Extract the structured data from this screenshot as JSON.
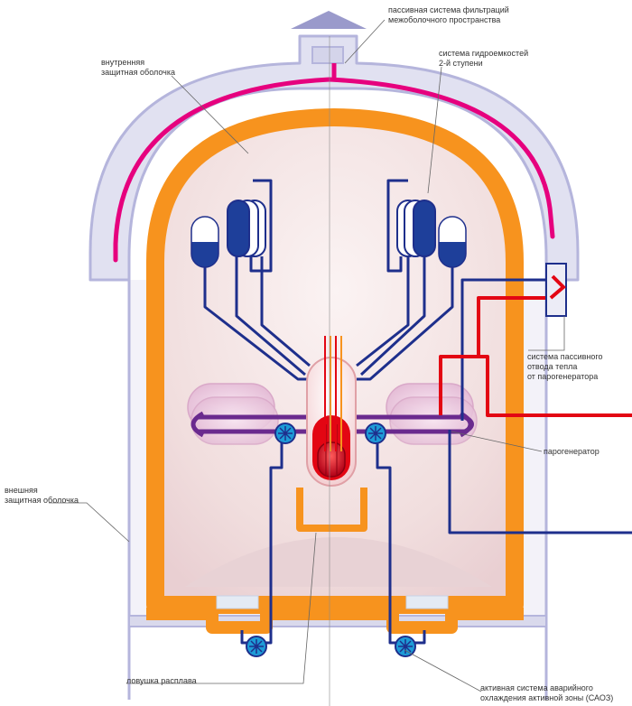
{
  "colors": {
    "outer_shell": "#b5b5dc",
    "outer_shell_fill": "#ececf6",
    "inner_shell": "#f7931e",
    "filter_line": "#e6007e",
    "coolant_blue": "#1e2f8c",
    "hot_red": "#e30613",
    "loop_purple": "#6a2a8e",
    "sg_pink": "#e8c3dc",
    "interior": "#f1dede",
    "core_red": "#d2001a",
    "pump_blue": "#1d9bd7",
    "sump": "#e4eaf4"
  },
  "labels": {
    "filter_system": [
      "пассивная система фильтраций",
      "межоболочного пространства"
    ],
    "inner_shell": [
      "внутренняя",
      "защитная оболочка"
    ],
    "hydro_tanks": [
      "система гидроемкостей",
      "2-й ступени"
    ],
    "passive_heat": [
      "система пассивного",
      "отвода тепла",
      "от парогенератора"
    ],
    "steam_generator": [
      "парогенератор"
    ],
    "outer_shell": [
      "внешняя",
      "защитная оболочка"
    ],
    "core_catcher": [
      "ловушка расплава"
    ],
    "eccs": [
      "активная система аварийного",
      "охлаждения активной зоны (САОЗ)"
    ]
  }
}
